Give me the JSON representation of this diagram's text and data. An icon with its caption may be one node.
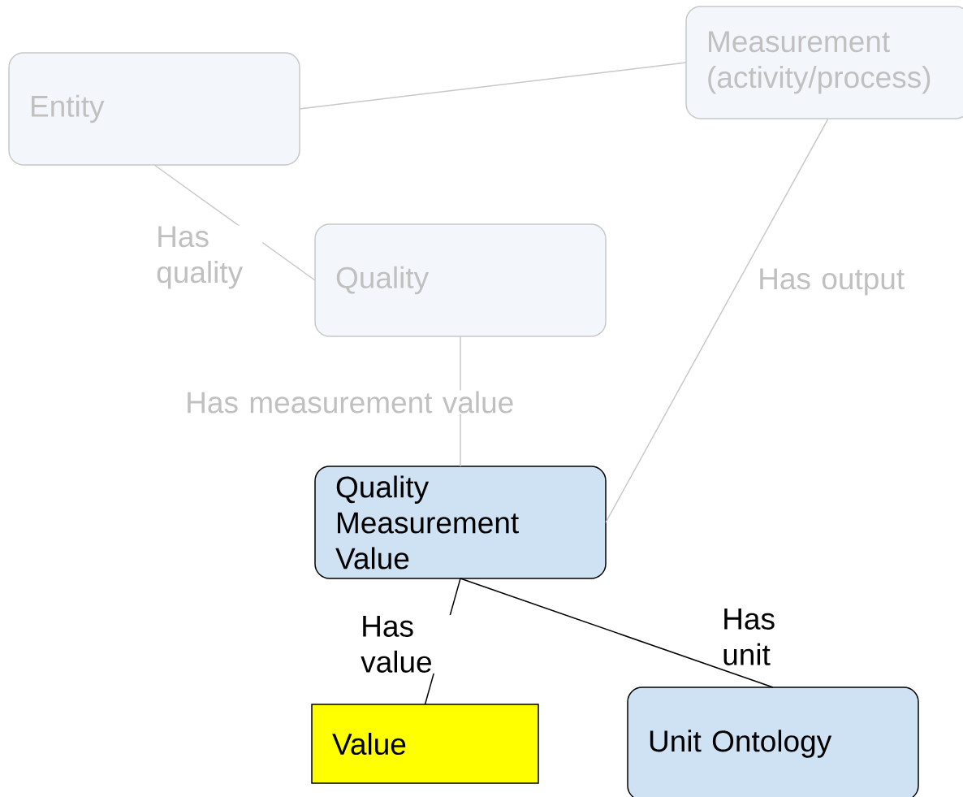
{
  "diagram": {
    "nodes": [
      {
        "text": [
          "Entity"
        ]
      },
      {
        "text": [
          "Measurement (activity/process)"
        ]
      },
      {
        "text": [
          "Quality"
        ]
      },
      {
        "text": [
          "Quality Measurement Value"
        ]
      },
      {
        "text": [
          "Value"
        ]
      },
      {
        "text": [
          "Unit Ontology"
        ]
      }
    ],
    "edges": [
      {
        "from": 0,
        "to": 1,
        "arrow": "none"
      },
      {
        "from": 0,
        "to": 2,
        "arrow": "none",
        "label": "Has quality"
      },
      {
        "from": 2,
        "to": 3,
        "arrow": "none",
        "label": "Has measurement value"
      },
      {
        "from": 1,
        "to": 3,
        "arrow": "none",
        "label": "Has output"
      },
      {
        "from": 3,
        "to": 4,
        "arrow": "none",
        "label": "Has value",
        "color": "#000000"
      },
      {
        "from": 3,
        "to": 5,
        "arrow": "none",
        "label": "Has unit",
        "color": "#000000"
      }
    ]
  }
}
